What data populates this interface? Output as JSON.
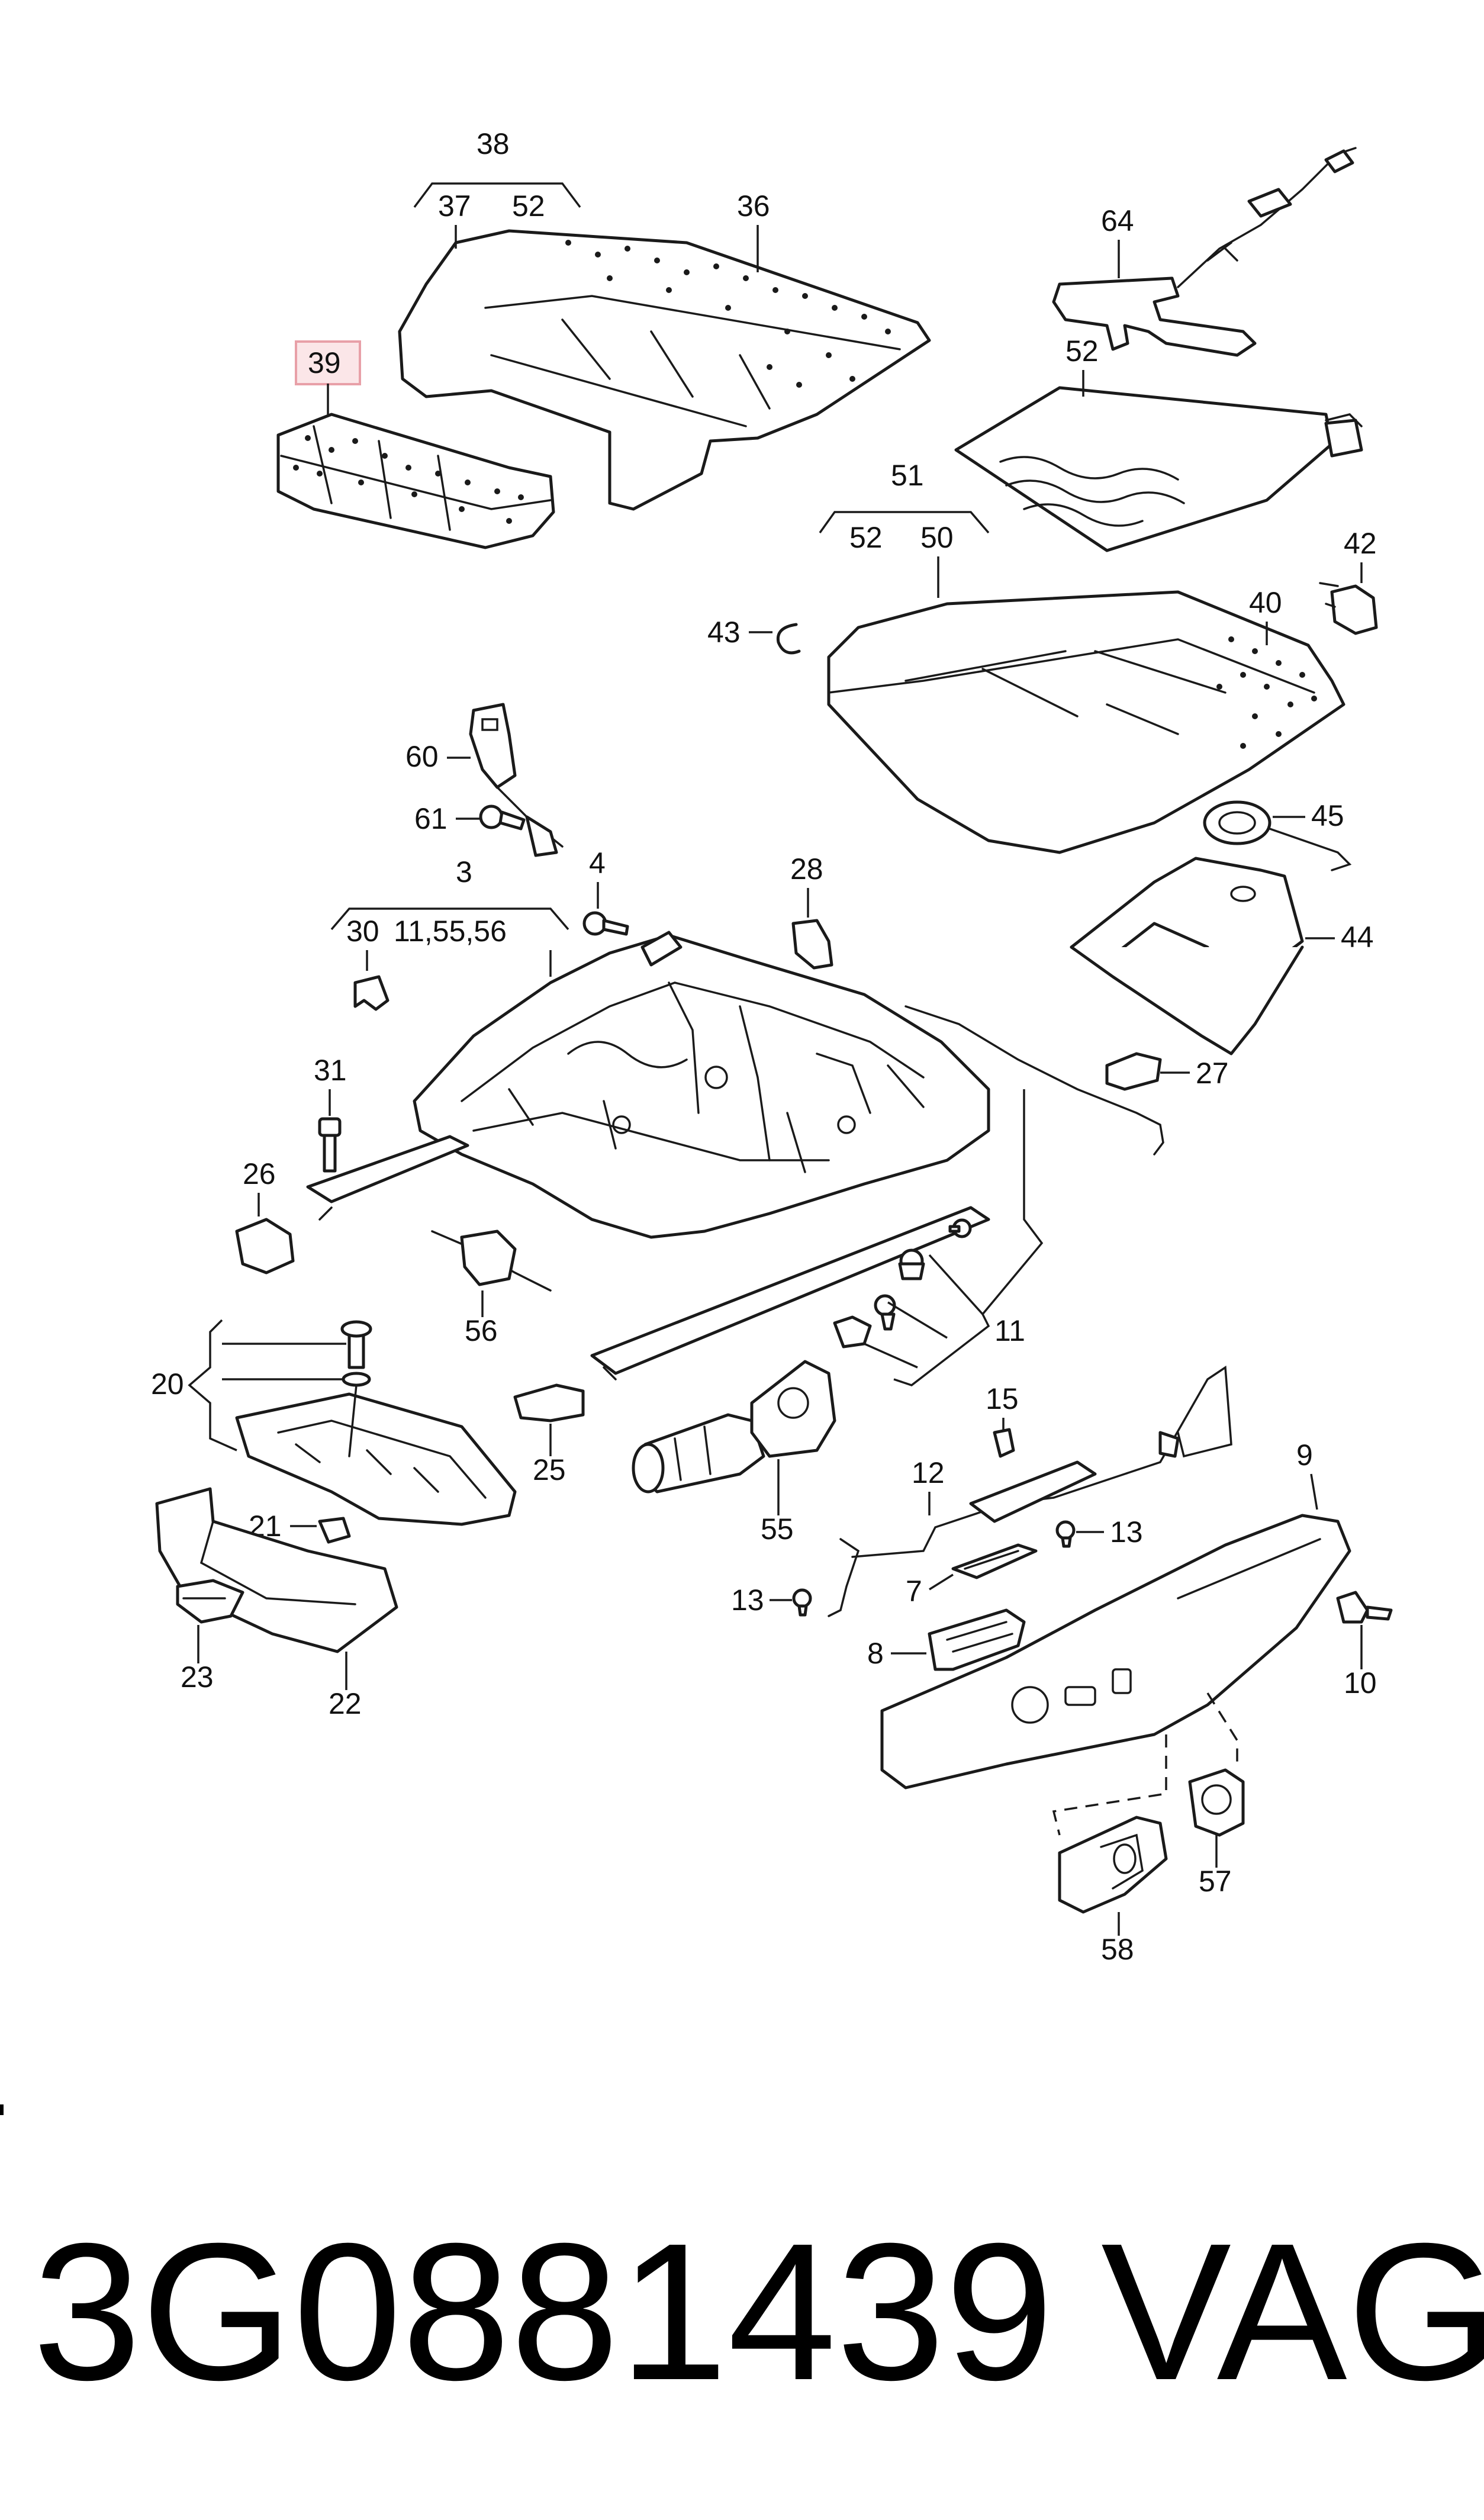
{
  "callouts": {
    "c3": "3",
    "c4": "4",
    "c7": "7",
    "c8": "8",
    "c9": "9",
    "c10": "10",
    "c11": "11",
    "c11_55_56": "11,55,56",
    "c12": "12",
    "c13a": "13",
    "c13b": "13",
    "c15": "15",
    "c20": "20",
    "c21": "21",
    "c22": "22",
    "c23": "23",
    "c25": "25",
    "c26": "26",
    "c27": "27",
    "c28": "28",
    "c30": "30",
    "c31": "31",
    "c36": "36",
    "c37": "37",
    "c38": "38",
    "c39": "39",
    "c40": "40",
    "c42": "42",
    "c43": "43",
    "c44": "44",
    "c45": "45",
    "c50": "50",
    "c51": "51",
    "c52a": "52",
    "c52b": "52",
    "c52c": "52",
    "c55": "55",
    "c56": "56",
    "c57": "57",
    "c58": "58",
    "c60": "60",
    "c61": "61",
    "c64": "64"
  },
  "highlight": {
    "callout": "39",
    "color": "#e8a0a8"
  },
  "caption": {
    "part_number": "3G0881439",
    "brand": "VAG"
  }
}
